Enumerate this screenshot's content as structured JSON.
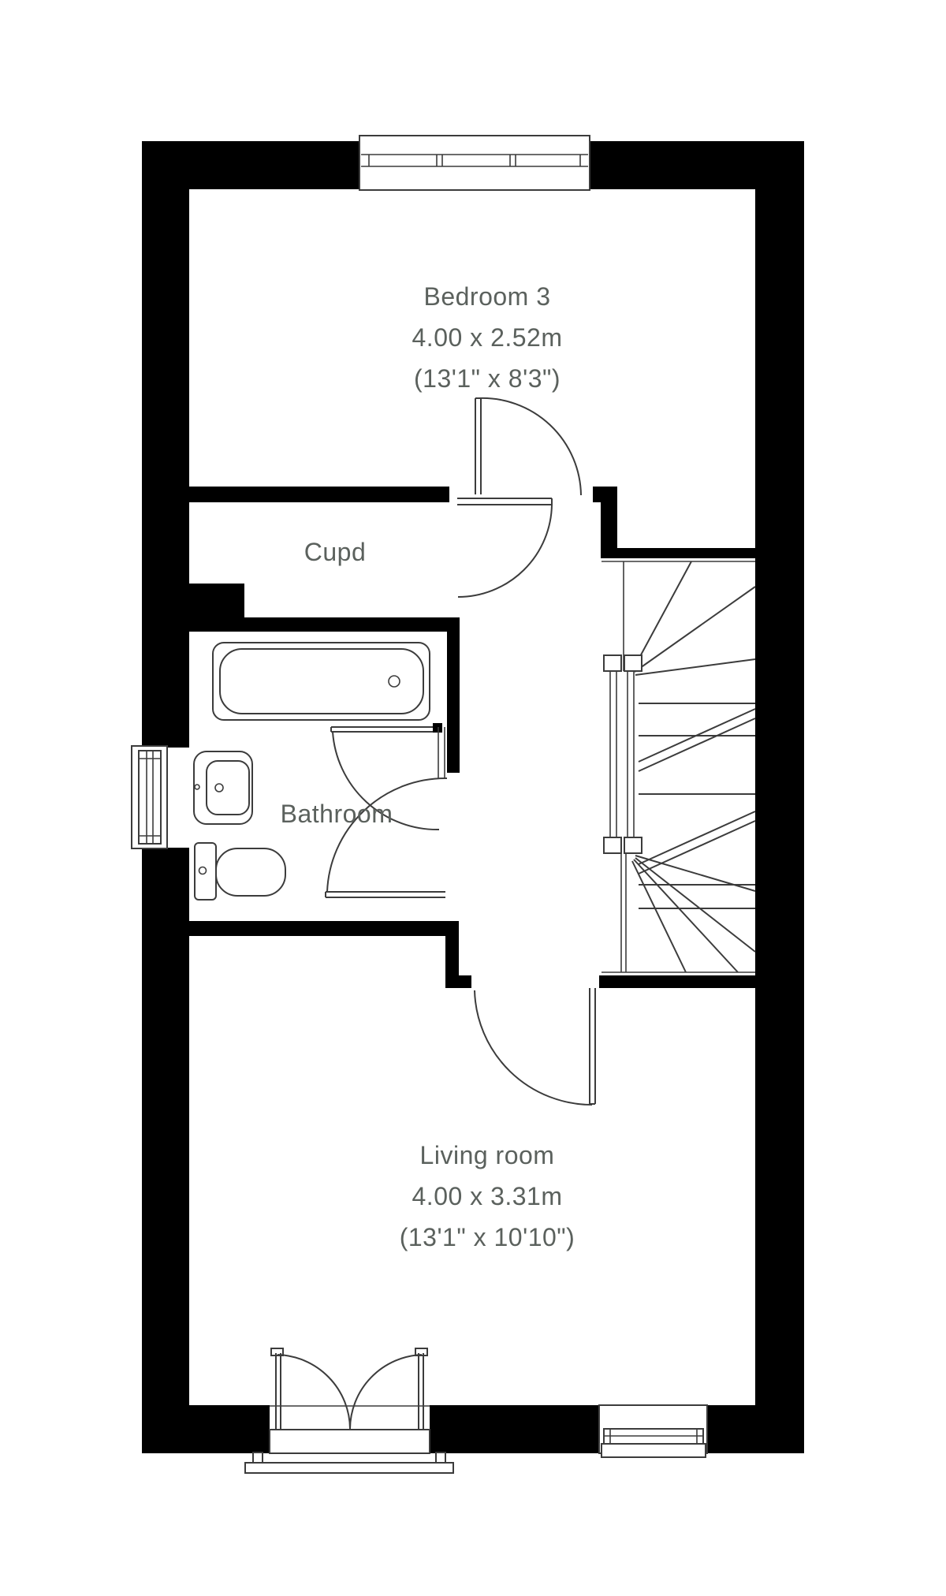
{
  "title": "Floor plan",
  "colors": {
    "background": "#ffffff",
    "wall": "#000000",
    "line": "#3c3c3c",
    "text": "#5b615d"
  },
  "rooms": {
    "bedroom3": {
      "label": "Bedroom 3",
      "dimensions_metric": "4.00 x 2.52m",
      "dimensions_imperial": "(13'1\" x 8'3\")"
    },
    "cupboard": {
      "label": "Cupd"
    },
    "bathroom": {
      "label": "Bathroom"
    },
    "living_room": {
      "label": "Living room",
      "dimensions_metric": "4.00 x 3.31m",
      "dimensions_imperial": "(13'1\" x 10'10\")"
    }
  },
  "fixtures": [
    "bathtub",
    "basin",
    "toilet",
    "bath-screen",
    "staircase",
    "bedroom-window",
    "bathroom-window",
    "living-room-window",
    "french-doors",
    "bedroom-door",
    "cupboard-door",
    "bathroom-door",
    "living-room-door"
  ]
}
